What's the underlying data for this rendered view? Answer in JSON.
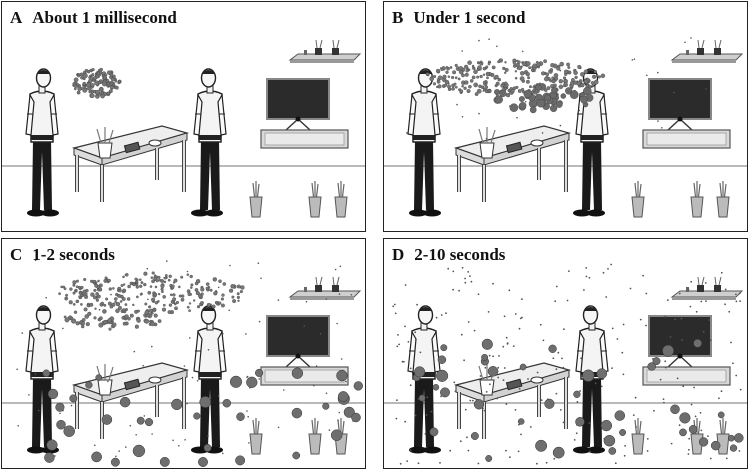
{
  "panels": [
    {
      "letter": "A",
      "title": "About 1 millisecond"
    },
    {
      "letter": "B",
      "title": "Under 1 second"
    },
    {
      "letter": "C",
      "title": "1-2 seconds"
    },
    {
      "letter": "D",
      "title": "2-10 seconds"
    }
  ]
}
